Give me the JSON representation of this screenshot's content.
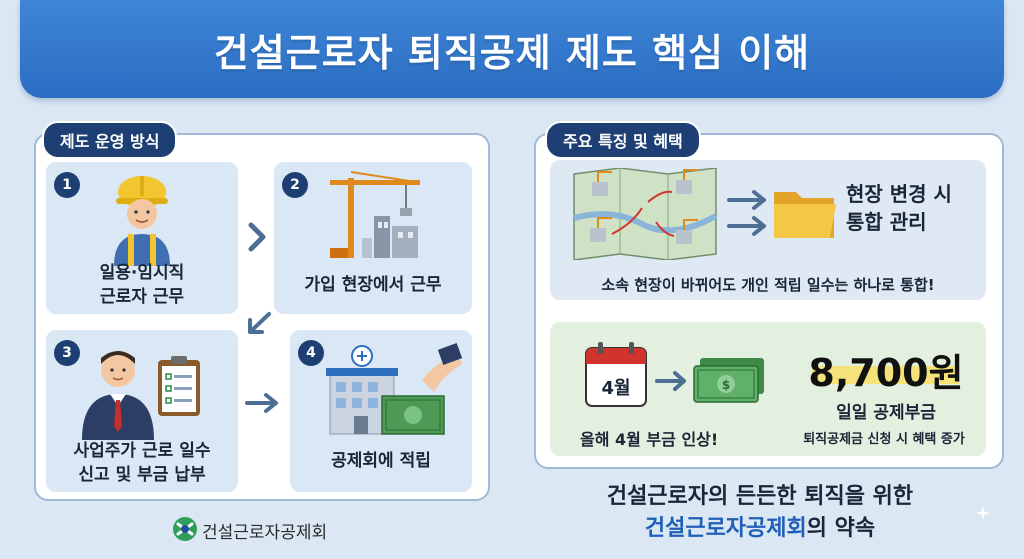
{
  "title": "건설근로자 퇴직공제 제도 핵심 이해",
  "left_section": {
    "label": "제도 운영 방식",
    "steps": [
      {
        "number": "1",
        "text_line1": "일용·임시직",
        "text_line2": "근로자 근무"
      },
      {
        "number": "2",
        "text_line1": "가입 현장에서 근무",
        "text_line2": ""
      },
      {
        "number": "3",
        "text_line1": "사업주가 근로 일수",
        "text_line2": "신고 및 부금 납부"
      },
      {
        "number": "4",
        "text_line1": "공제회에 적립",
        "text_line2": ""
      }
    ]
  },
  "right_section": {
    "label": "주요 특징 및 혜택",
    "feature1": {
      "heading_line1": "현장 변경 시",
      "heading_line2": "통합 관리",
      "caption": "소속 현장이 바뀌어도 개인 적립 일수는 하나로 통합!"
    },
    "feature2": {
      "calendar_label": "4월",
      "caption": "올해 4월 부금 인상!",
      "amount": "8,700원",
      "amount_label": "일일 공제부금",
      "note": "퇴직공제금 신청 시 혜택 증가"
    }
  },
  "footer": {
    "line1": "건설근로자의 든든한 퇴직을 위한",
    "line2_highlight": "건설근로자공제회",
    "line2_rest": "의 약속"
  },
  "logo": {
    "text": "건설근로자공제회"
  },
  "colors": {
    "banner": "#2a6dc3",
    "navy": "#1e3f73",
    "card_blue": "#dae7f4",
    "card_green": "#e4f0df",
    "highlight_blue": "#1f5fb8",
    "highlight_yellow": "#f6e27a"
  }
}
